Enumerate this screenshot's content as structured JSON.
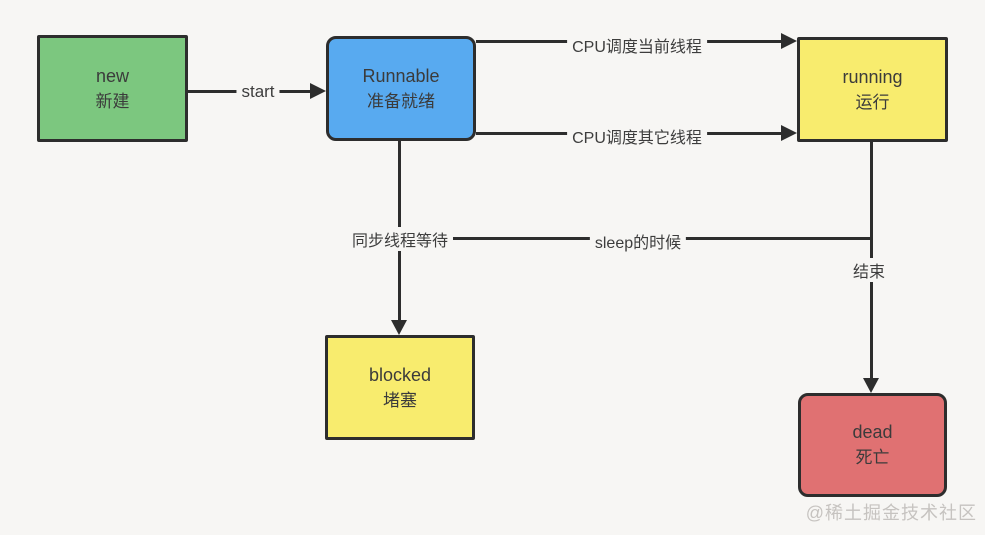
{
  "nodes": {
    "new": {
      "en": "new",
      "zh": "新建",
      "color": "#7cc77f"
    },
    "runnable": {
      "en": "Runnable",
      "zh": "准备就绪",
      "color": "#58aaf0"
    },
    "running": {
      "en": "running",
      "zh": "运行",
      "color": "#f8ec6e"
    },
    "blocked": {
      "en": "blocked",
      "zh": "堵塞",
      "color": "#f8ec6e"
    },
    "dead": {
      "en": "dead",
      "zh": "死亡",
      "color": "#e07172"
    }
  },
  "edges": {
    "start": {
      "label": "start",
      "from": "new",
      "to": "runnable"
    },
    "cpu_current": {
      "label": "CPU调度当前线程",
      "from": "runnable",
      "to": "running"
    },
    "cpu_other": {
      "label": "CPU调度其它线程",
      "from": "runnable",
      "to": "running"
    },
    "sync_wait": {
      "label": "同步线程等待",
      "from": "runnable",
      "to": "blocked"
    },
    "sleep": {
      "label": "sleep的时候",
      "from": "running",
      "to": "blocked"
    },
    "end": {
      "label": "结束",
      "from": "running",
      "to": "dead"
    }
  },
  "watermark": "@稀土掘金技术社区",
  "colors": {
    "background": "#f7f6f4",
    "line": "#2d2d2d",
    "border": "#2d2d2d",
    "text": "#3b3b3b",
    "watermark": "#c6c3c0"
  }
}
